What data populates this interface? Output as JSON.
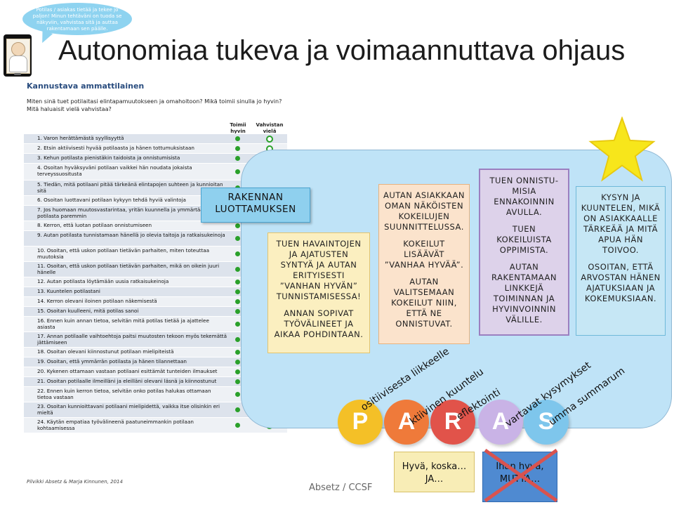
{
  "bubble_text": "Potilas / asiakas tietää ja tekee jo paljon! Minun tehtäväni on tuoda se näkyviin, vahvistaa sitä ja auttaa rakentamaan sen päälle.",
  "title": "Autonomiaa tukeva ja voimaannuttava ohjaus",
  "doc": {
    "heading": "Kannustava ammattilainen",
    "question": "Miten sinä tuet potilaitasi elintapamuutokseen ja omahoitoon? Mikä toimii sinulla jo hyvin? Mitä haluaisit vielä vahvistaa?",
    "col_works": "Toimii hyvin",
    "col_strengthen": "Vahvistan vielä",
    "items": [
      "1.   Varon herättämästä syyllisyyttä",
      "2.   Etsin aktiivisesti hyvää potilaasta ja hänen tottumuksistaan",
      "3.   Kehun potilasta pienistäkin taidoista ja onnistumisista",
      "4.   Osoitan hyväksyväni potilaan vaikkei hän noudata jokaista terveyssuositusta",
      "5.   Tiedän, mitä potilaani pitää tärkeänä elintapojen suhteen ja kunnioitan sitä",
      "6.   Osoitan luottavani potilaan kykyyn tehdä hyviä valintoja",
      "7.   Jos huomaan muutosvastarintaa, yritän kuunnella ja ymmärtää potilasta paremmin",
      "8.   Kerron, että luotan potilaan onnistumiseen",
      "9.   Autan potilasta tunnistamaan hänellä jo olevia taitoja ja ratkaisukeinoja",
      "10. Osoitan, että uskon potilaan tietävän parhaiten, miten toteuttaa muutoksia",
      "11. Osoitan, että uskon potilaan tietävän parhaiten, mikä on oikein juuri hänelle",
      "12. Autan potilasta löytämään uusia ratkaisukeinoja",
      "13. Kuuntelen potilastani",
      "14. Kerron olevani iloinen potilaan näkemisestä",
      "15. Osoitan kuulleeni, mitä potilas sanoi",
      "16. Ennen kuin annan tietoa, selvitän mitä potilas tietää ja ajattelee asiasta",
      "17. Annan potilaalle vaihtoehtoja paitsi muutosten tekoon myös tekemättä jättämiseen",
      "18. Osoitan olevani kiinnostunut potilaan mielipiteistä",
      "19. Osoitan, että ymmärrän potilasta ja hänen tilannettaan",
      "20. Kykenen ottamaan vastaan potilaani esittämät tunteiden ilmaukset",
      "21. Osoitan potilaalle ilmeilläni ja eleilläni olevani läsnä ja kiinnostunut",
      "22. Ennen kuin kerron tietoa, selvitän onko potilas halukas ottamaan tietoa vastaan",
      "23. Osoitan kunnioittavani potilaani mielipidettä, vaikka itse olisinkin eri mieltä",
      "24. Käytän empatiaa työvälineenä paatuneimmankin potilaan kohtaamisessa"
    ],
    "footer": "Pilvikki Absetz & Marja Kinnunen, 2014"
  },
  "rakennan": "RAKENNAN LUOTTAMUKSEN",
  "box1": {
    "p1": "TUEN HAVAINTOJEN JA AJATUSTEN SYNTYÄ JA AUTAN ERITYISESTI ”VANHAN HYVÄN” TUNNISTAMISESSA!",
    "p2": "ANNAN SOPIVAT TYÖVÄLINEET JA AIKAA POHDINTAAN."
  },
  "box2": {
    "p1": "AUTAN ASIAKKAAN OMAN NÄKÖISTEN KOKEILUJEN SUUNNITTELUSSA.",
    "p2": "KOKEILUT LISÄÄVÄT ”VANHAA HYVÄÄ”.",
    "p3": "AUTAN VALITSEMAAN KOKEILUT NIIN, ETTÄ NE ONNISTUVAT."
  },
  "box3": {
    "p1": "TUEN ONNISTU-MISIA ENNAKOINNIN AVULLA.",
    "p2": "TUEN KOKEILUISTA OPPIMISTA.",
    "p3": "AUTAN RAKENTAMAAN LINKKEJÄ TOIMINNAN JA HYVINVOINNIN VÄLILLE."
  },
  "box4": {
    "p1": "KYSYN JA KUUNTELEN, MIKÄ ON ASIAKKAALLE TÄRKEÄÄ JA MITÄ APUA HÄN TOIVOO.",
    "p2": "OSOITAN, ETTÄ ARVOSTAN HÄNEN AJATUKSIAAN JA KOKEMUKSIAAN."
  },
  "paras": [
    {
      "letter": "P",
      "word": "ositiivisesta liikkeelle",
      "color": "#f4c027"
    },
    {
      "letter": "A",
      "word": "ktiivinen kuuntelu",
      "color": "#ef7a3a"
    },
    {
      "letter": "R",
      "word": "eflektointi",
      "color": "#e1534a"
    },
    {
      "letter": "A",
      "word": "vartavat kysymykset",
      "color": "#c9b3e6"
    },
    {
      "letter": "S",
      "word": "umma summarum",
      "color": "#7ec6ec"
    }
  ],
  "note_good": "Hyvä, koska… JA…",
  "note_bad": "Ihan hyvä, MUTTA…",
  "credit": "Absetz / CCSF"
}
